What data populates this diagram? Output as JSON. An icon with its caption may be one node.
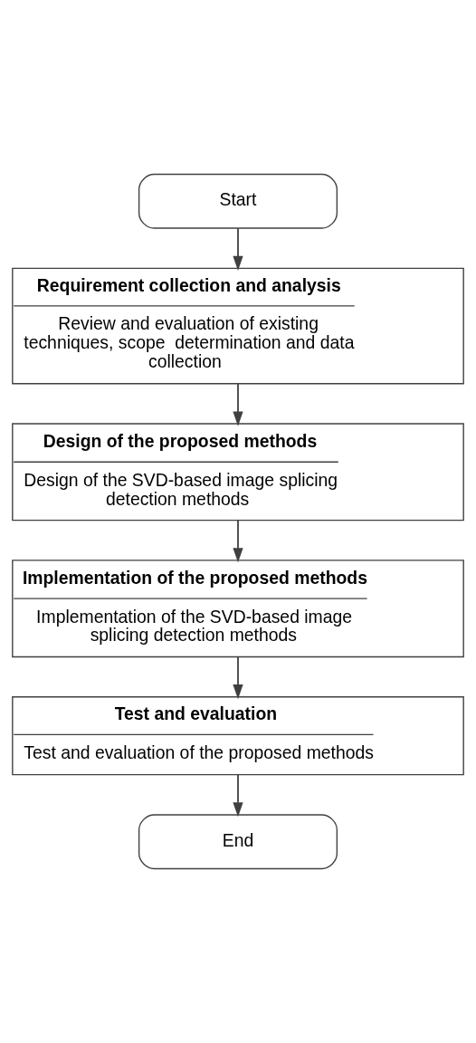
{
  "diagram": {
    "nodes": [
      {
        "text": [
          "Start"
        ]
      },
      {
        "text": [
          "Requirement collection and analysis",
          "Review and evaluation of existing techniques, scope  determination and data collection"
        ]
      },
      {
        "text": [
          "Design of the proposed methods",
          "Design of the SVD-based image splicing detection methods"
        ]
      },
      {
        "text": [
          "Implementation of the proposed methods",
          "Implementation of the SVD-based image splicing detection methods"
        ]
      },
      {
        "text": [
          "Test and evaluation",
          "Test and evaluation of the proposed methods"
        ]
      },
      {
        "text": [
          "End"
        ]
      }
    ],
    "edges": [
      {
        "from": 0,
        "to": 1,
        "arrow": "to"
      },
      {
        "from": 1,
        "to": 2,
        "arrow": "to"
      },
      {
        "from": 2,
        "to": 3,
        "arrow": "to"
      },
      {
        "from": 3,
        "to": 4,
        "arrow": "to"
      },
      {
        "from": 4,
        "to": 5,
        "arrow": "to"
      }
    ]
  }
}
